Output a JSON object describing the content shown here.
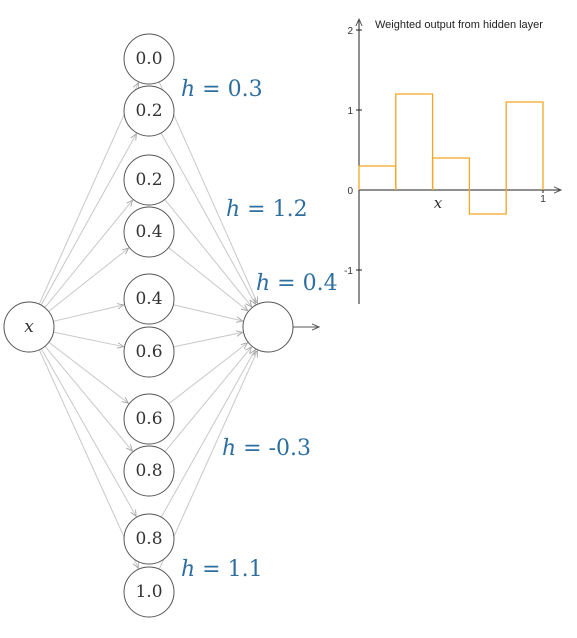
{
  "diagram": {
    "input_label": "x",
    "hidden_nodes": [
      "0.0",
      "0.2",
      "0.2",
      "0.4",
      "0.4",
      "0.6",
      "0.6",
      "0.8",
      "0.8",
      "1.0"
    ],
    "weight_labels": [
      {
        "var": "h",
        "eq": " = ",
        "value": "0.3"
      },
      {
        "var": "h",
        "eq": " = ",
        "value": "1.2"
      },
      {
        "var": "h",
        "eq": " = ",
        "value": "0.4"
      },
      {
        "var": "h",
        "eq": " = ",
        "value": "-0.3"
      },
      {
        "var": "h",
        "eq": " = ",
        "value": "1.1"
      }
    ]
  },
  "chart_data": {
    "type": "line",
    "title": "Weighted output from hidden layer",
    "xlabel": "x",
    "ylabel": "",
    "xlim": [
      0,
      1
    ],
    "ylim": [
      -1.5,
      2.2
    ],
    "y_ticks": [
      "2",
      "1",
      "0",
      "-1"
    ],
    "x_ticks": [
      "1"
    ],
    "series": [
      {
        "color": "#f5a623",
        "steps": [
          {
            "x0": 0.0,
            "x1": 0.2,
            "y": 0.3
          },
          {
            "x0": 0.2,
            "x1": 0.4,
            "y": 1.2
          },
          {
            "x0": 0.4,
            "x1": 0.6,
            "y": 0.4
          },
          {
            "x0": 0.6,
            "x1": 0.8,
            "y": -0.3
          },
          {
            "x0": 0.8,
            "x1": 1.0,
            "y": 1.1
          }
        ]
      }
    ]
  }
}
